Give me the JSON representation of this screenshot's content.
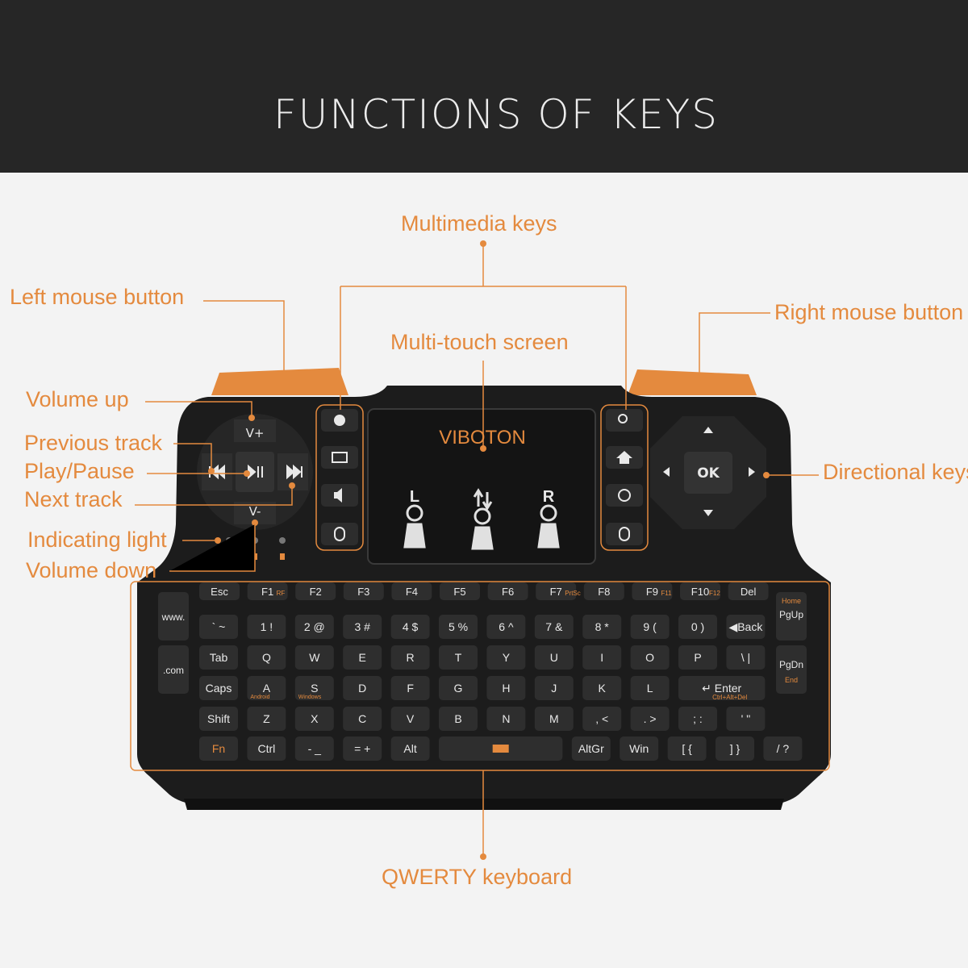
{
  "banner": {
    "title": "FUNCTIONS OF KEYS"
  },
  "labels": {
    "multimedia": "Multimedia keys",
    "left_mouse": "Left mouse button",
    "right_mouse": "Right mouse button",
    "multitouch": "Multi-touch screen",
    "volume_up": "Volume up",
    "previous_track": "Previous track",
    "play_pause": "Play/Pause",
    "next_track": "Next track",
    "indicating_light": "Indicating light",
    "volume_down": "Volume down",
    "directional": "Directional keys",
    "qwerty": "QWERTY keyboard"
  },
  "device": {
    "brand": "VIBOTON",
    "touch_letters": [
      "L",
      "R"
    ],
    "media_pad": {
      "up": "V+",
      "down": "V-"
    },
    "ok_label": "OK",
    "fn_row": [
      "Esc",
      "F1",
      "F2",
      "F3",
      "F4",
      "F5",
      "F6",
      "F7",
      "F8",
      "F9",
      "F10",
      "Del"
    ],
    "fn_sub": [
      "",
      "RF",
      "",
      "",
      "",
      "",
      "",
      "PrtSc",
      "",
      "F11",
      "F12",
      ""
    ],
    "rows": [
      [
        "`  ~",
        "1  !",
        "2  @",
        "3  #",
        "4  $",
        "5  %",
        "6  ^",
        "7  &",
        "8  *",
        "9  (",
        "0  )",
        "◀Back"
      ],
      [
        "Tab",
        "Q",
        "W",
        "E",
        "R",
        "T",
        "Y",
        "U",
        "I",
        "O",
        "P",
        "\\  |"
      ],
      [
        "Caps",
        "A",
        "S",
        "D",
        "F",
        "G",
        "H",
        "J",
        "K",
        "L",
        "↵ Enter"
      ],
      [
        "Shift",
        "Z",
        "X",
        "C",
        "V",
        "B",
        "N",
        "M",
        ",  <",
        ".  >",
        ";  :",
        "'  \""
      ],
      [
        "Fn",
        "Ctrl",
        "-  _",
        "=  +",
        "Alt",
        "",
        "AltGr",
        "Win",
        "[  {",
        "]  }",
        "/  ?"
      ]
    ],
    "caps_subs": {
      "A": "Android",
      "S": "Windows"
    },
    "enter_sub": "Ctrl+Alt+Del",
    "left_keys": [
      "www.",
      ".com"
    ],
    "right_keys": [
      {
        "top": "Home",
        "main": "PgUp"
      },
      {
        "top": "End",
        "main": "PgDn"
      }
    ]
  },
  "colors": {
    "accent": "#e48a3e",
    "banner": "#262626",
    "body": "#1c1c1c",
    "background": "#f3f3f3"
  }
}
